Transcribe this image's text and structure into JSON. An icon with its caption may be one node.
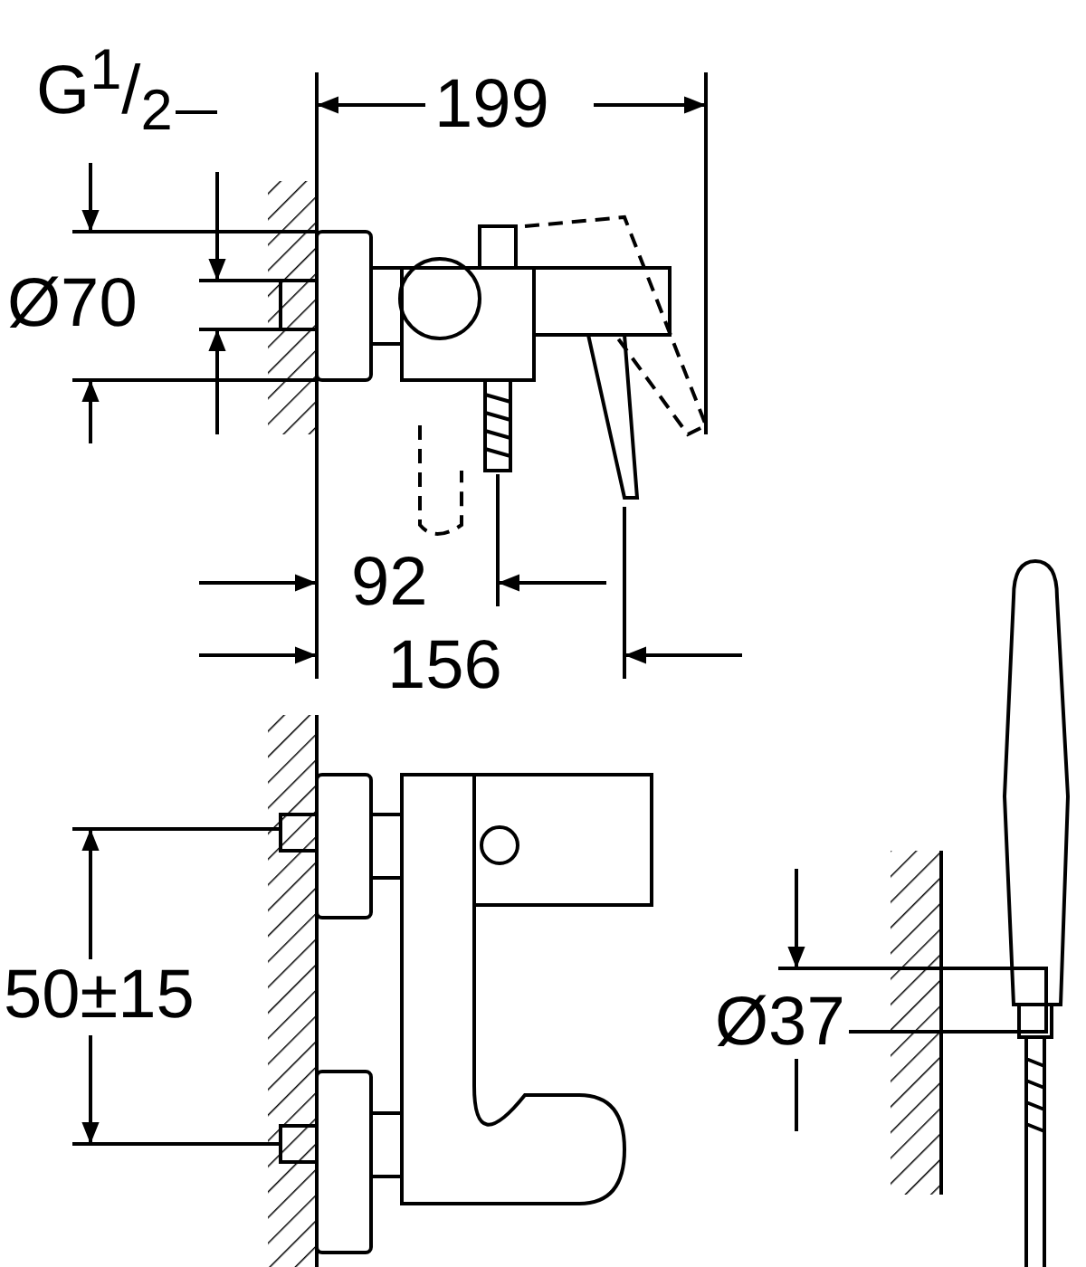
{
  "diagram": {
    "labels": [
      "G$^{1}$/$_{2}$",
      "199",
      "Ø70",
      "92",
      "156",
      "50±15",
      "Ø37"
    ]
  }
}
